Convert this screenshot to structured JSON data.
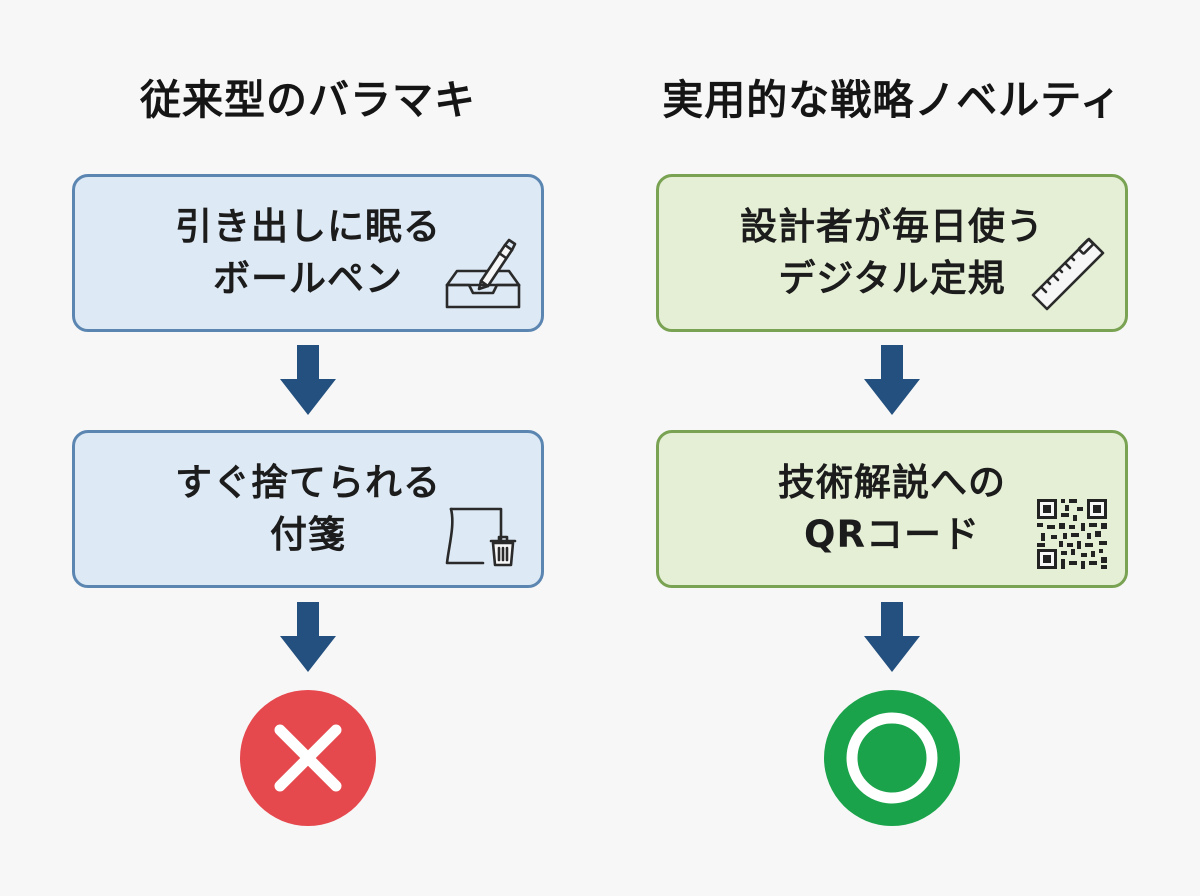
{
  "left": {
    "heading": "従来型のバラマキ",
    "card1": {
      "line1": "引き出しに眠る",
      "line2": "ボールペン",
      "icon": "pen-in-tray-icon"
    },
    "card2": {
      "line1": "すぐ捨てられる",
      "line2": "付箋",
      "icon": "sticky-note-trash-icon"
    },
    "result_icon": "cross-icon",
    "colors": {
      "card_bg": "#dde9f4",
      "card_border": "#5c86b2",
      "result": "#e5484d"
    }
  },
  "right": {
    "heading": "実用的な戦略ノベルティ",
    "card1": {
      "line1": "設計者が毎日使う",
      "line2": "デジタル定規",
      "icon": "ruler-icon"
    },
    "card2": {
      "line1": "技術解説への",
      "line2": "QRコード",
      "icon": "qr-code-icon"
    },
    "result_icon": "circle-check-icon",
    "colors": {
      "card_bg": "#e5efd6",
      "card_border": "#79a352",
      "result": "#1aa34a"
    }
  },
  "colors": {
    "arrow": "#23507e",
    "background": "#f7f7f7"
  }
}
